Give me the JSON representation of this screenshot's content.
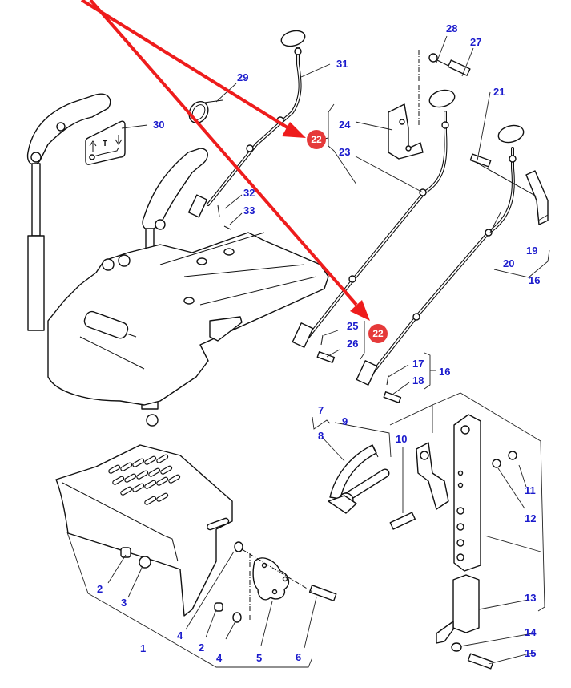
{
  "diagram": {
    "title": "Exploded parts diagram - rear linkage, pickup hitch and control cables",
    "accent_color": "#1a1acc",
    "highlight_color": "#ee1c1c",
    "highlight_badge": {
      "label": "22"
    },
    "labels": {
      "p1": "1",
      "p2a": "2",
      "p2b": "2",
      "p3": "3",
      "p4a": "4",
      "p4b": "4",
      "p5": "5",
      "p6": "6",
      "p7": "7",
      "p8": "8",
      "p9": "9",
      "p10": "10",
      "p11": "11",
      "p12": "12",
      "p13": "13",
      "p14": "14",
      "p15": "15",
      "p16a": "16",
      "p16b": "16",
      "p17": "17",
      "p18": "18",
      "p19": "19",
      "p20": "20",
      "p21": "21",
      "p22a": "22",
      "p22b": "22",
      "p23": "23",
      "p24": "24",
      "p25": "25",
      "p26": "26",
      "p27": "27",
      "p28": "28",
      "p29": "29",
      "p30": "30",
      "p31": "31",
      "p32": "32",
      "p33": "33"
    },
    "decal_icon": {
      "name": "lift-lower-decal",
      "glyph": "T"
    }
  }
}
